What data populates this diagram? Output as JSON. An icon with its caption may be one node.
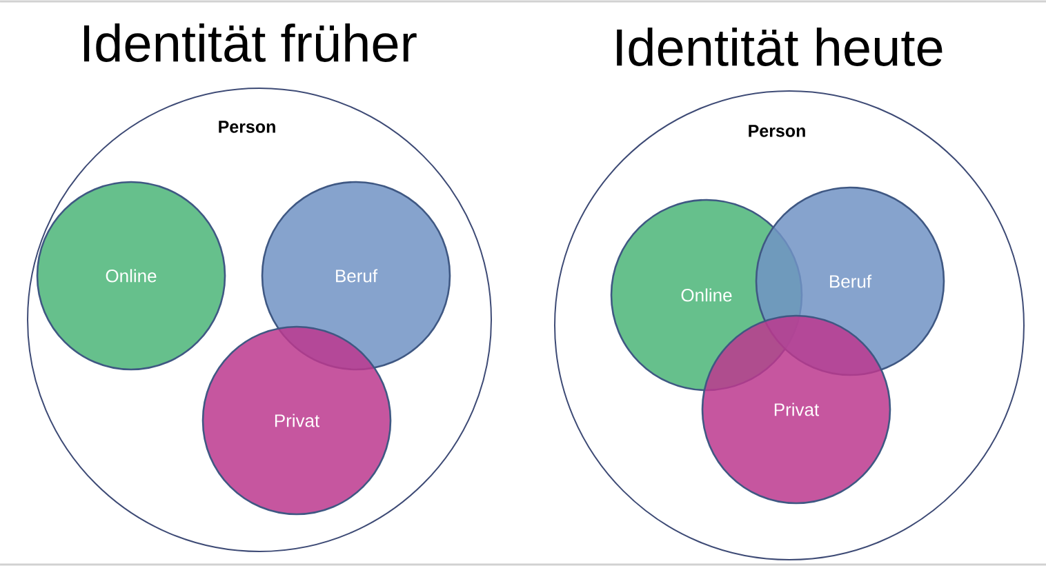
{
  "diagram": {
    "nodes": [
      {
        "text": [
          "Person"
        ]
      },
      {
        "text": [
          "Online"
        ],
        "in": 0
      },
      {
        "text": [
          "Beruf"
        ],
        "in": 0
      },
      {
        "text": [
          "Privat"
        ],
        "in": 0
      },
      {
        "text": [
          "Person"
        ]
      },
      {
        "text": [
          "Online"
        ],
        "in": 4
      },
      {
        "text": [
          "Beruf"
        ],
        "in": 4
      },
      {
        "text": [
          "Privat"
        ],
        "in": 4
      }
    ],
    "labels": [
      "Identität früher",
      "Identität heute"
    ]
  }
}
